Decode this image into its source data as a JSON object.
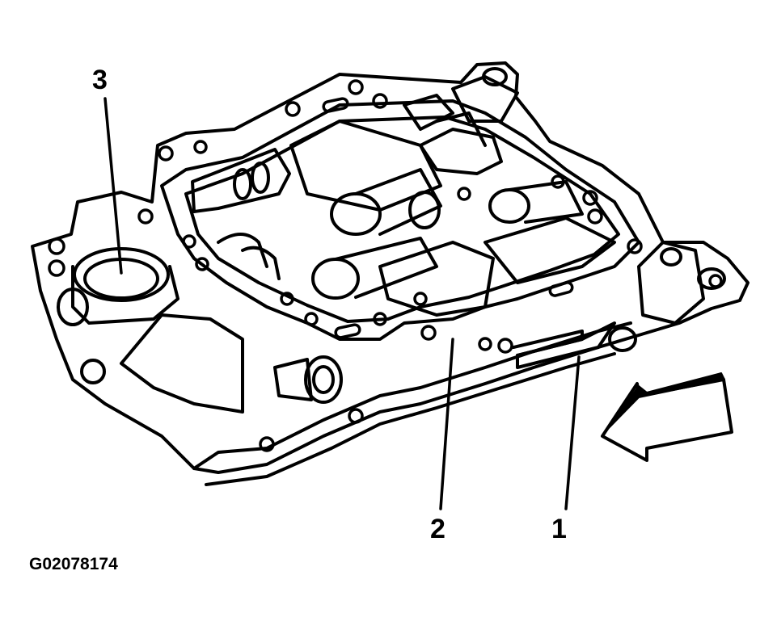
{
  "callouts": [
    {
      "label": "3"
    },
    {
      "label": "2"
    },
    {
      "label": "1"
    }
  ],
  "figure_id": "G02078174",
  "direction_arrow": {
    "icon": "front-direction-arrow-icon"
  },
  "colors": {
    "line": "#000000",
    "background": "#ffffff"
  }
}
